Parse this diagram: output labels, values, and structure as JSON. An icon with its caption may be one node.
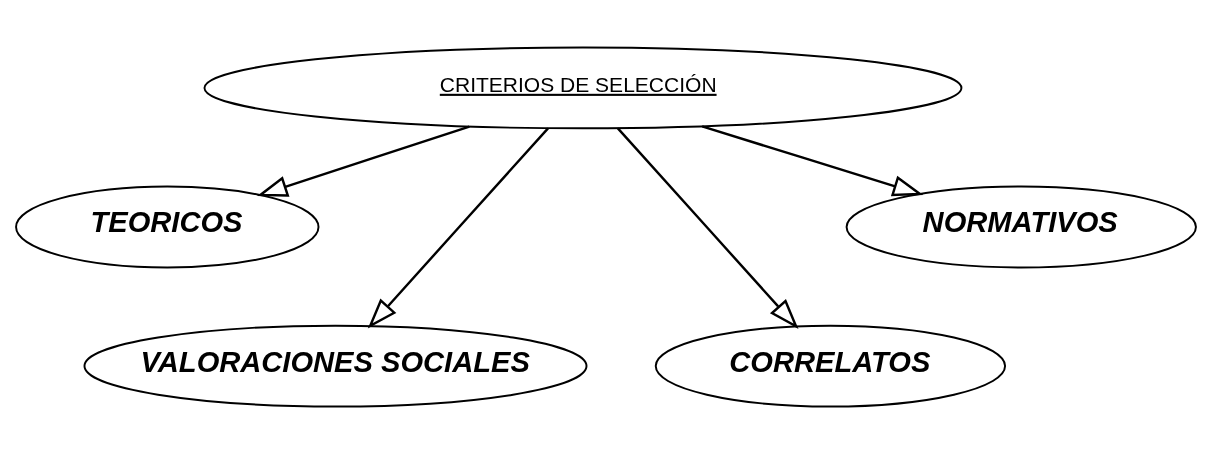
{
  "diagram": {
    "nodes": [
      {
        "text": [
          "CRITERIOS DE SELECCIÓN"
        ]
      },
      {
        "text": [
          "TEORICOS"
        ]
      },
      {
        "text": [
          "NORMATIVOS"
        ]
      },
      {
        "text": [
          "VALORACIONES SOCIALES"
        ]
      },
      {
        "text": [
          "CORRELATOS"
        ]
      }
    ],
    "edges": [
      {
        "from": 0,
        "to": 1,
        "arrow": "to"
      },
      {
        "from": 0,
        "to": 3,
        "arrow": "to"
      },
      {
        "from": 0,
        "to": 4,
        "arrow": "to"
      },
      {
        "from": 0,
        "to": 2,
        "arrow": "to"
      }
    ]
  }
}
